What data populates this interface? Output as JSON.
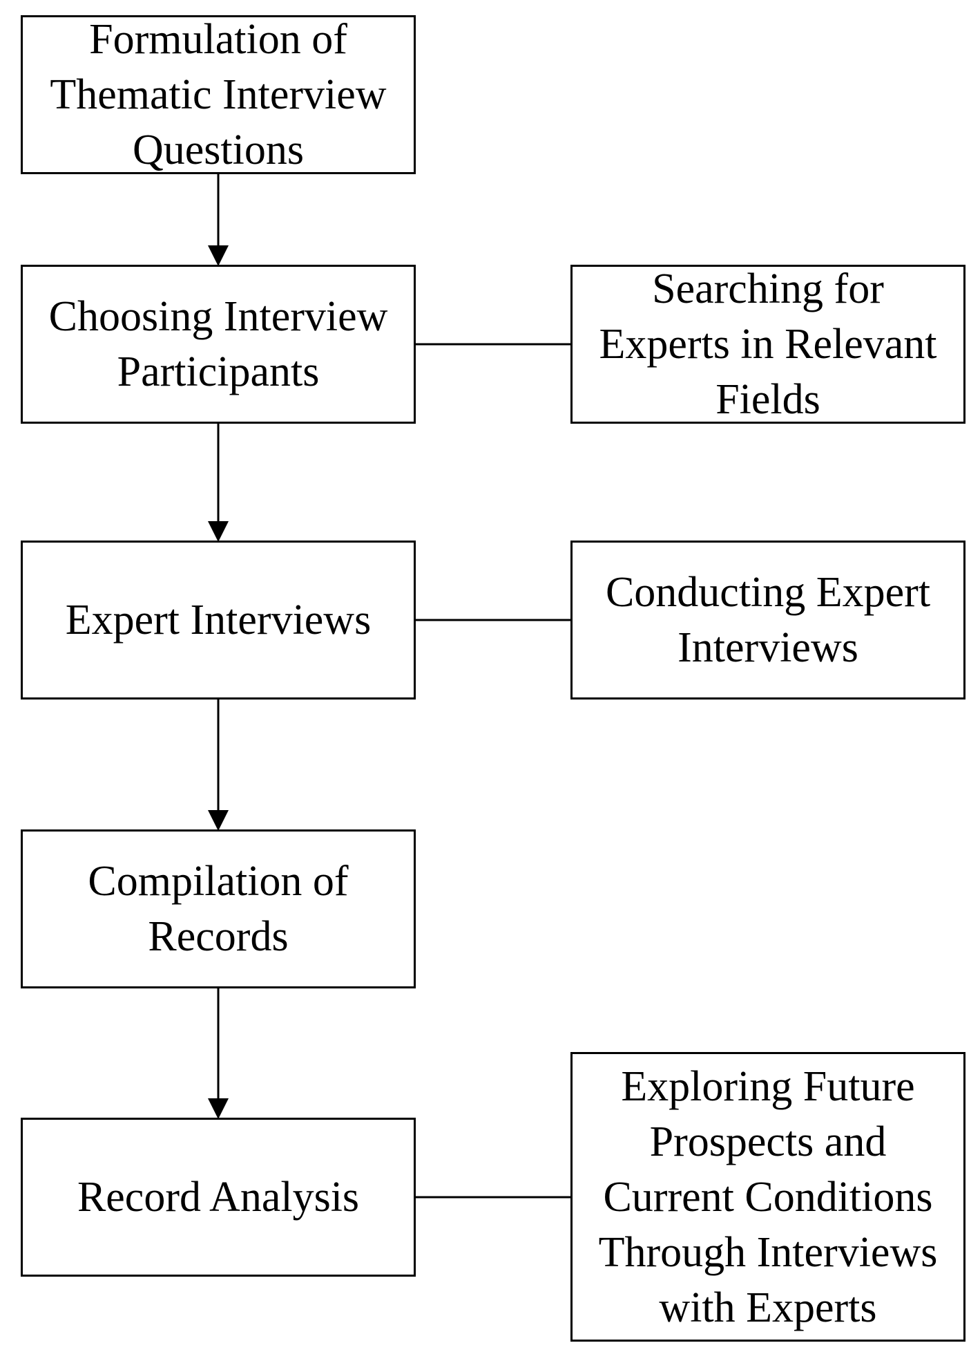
{
  "diagram": {
    "colors": {
      "stroke": "#000000",
      "fill": "#ffffff",
      "text": "#000000"
    },
    "main_steps": [
      {
        "id": "formulation",
        "label": "Formulation of\nThematic Interview\nQuestions"
      },
      {
        "id": "choosing",
        "label": "Choosing Interview\nParticipants"
      },
      {
        "id": "expert",
        "label": "Expert Interviews"
      },
      {
        "id": "compilation",
        "label": "Compilation of\nRecords"
      },
      {
        "id": "analysis",
        "label": "Record Analysis"
      }
    ],
    "side_notes": [
      {
        "id": "searching",
        "attached_to": "choosing",
        "label": "Searching for\nExperts in Relevant\nFields"
      },
      {
        "id": "conducting",
        "attached_to": "expert",
        "label": "Conducting Expert\nInterviews"
      },
      {
        "id": "exploring",
        "attached_to": "analysis",
        "label": "Exploring Future\nProspects and\nCurrent Conditions\nThrough Interviews\nwith Experts"
      }
    ],
    "edges": [
      {
        "from": "formulation",
        "to": "choosing",
        "type": "arrow"
      },
      {
        "from": "choosing",
        "to": "expert",
        "type": "arrow"
      },
      {
        "from": "expert",
        "to": "compilation",
        "type": "arrow"
      },
      {
        "from": "compilation",
        "to": "analysis",
        "type": "arrow"
      },
      {
        "from": "choosing",
        "to": "searching",
        "type": "line"
      },
      {
        "from": "expert",
        "to": "conducting",
        "type": "line"
      },
      {
        "from": "analysis",
        "to": "exploring",
        "type": "line"
      }
    ]
  }
}
